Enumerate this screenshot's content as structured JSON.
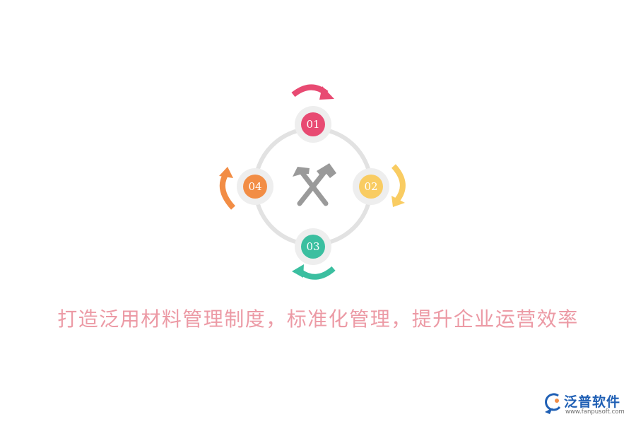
{
  "diagram": {
    "center_icon": "hammer-and-pick-icon",
    "steps": [
      {
        "number": "01",
        "color": "#e84a72"
      },
      {
        "number": "02",
        "color": "#f9cc62"
      },
      {
        "number": "03",
        "color": "#3bbfa0"
      },
      {
        "number": "04",
        "color": "#f28d45"
      }
    ],
    "ring_color": "#e2e2e2",
    "icon_color": "#9a9a9a"
  },
  "caption": "打造泛用材料管理制度，标准化管理，提升企业运营效率",
  "brand": {
    "name": "泛普软件",
    "url": "www.fanpusoft.com",
    "color": "#1f5fb4"
  }
}
